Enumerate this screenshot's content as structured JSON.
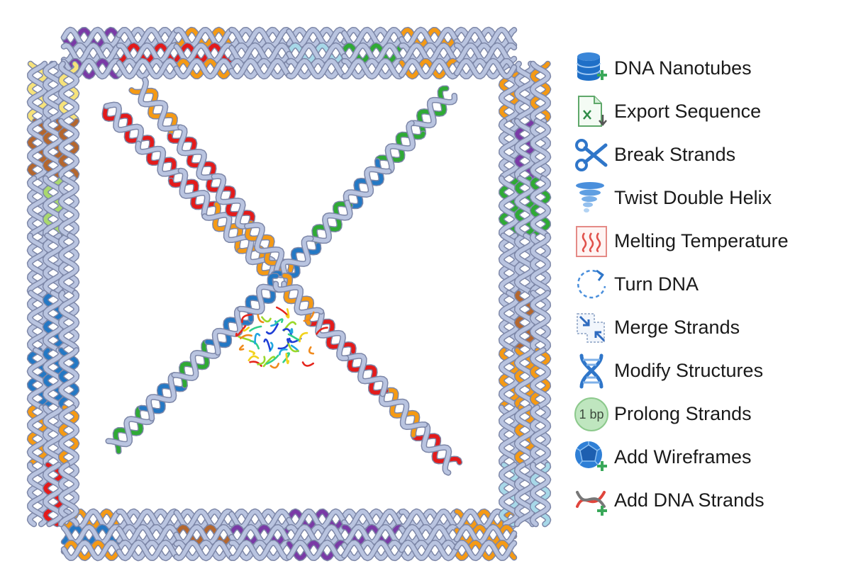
{
  "nanostructure": {
    "backbone_color": "#b9c4e0",
    "backbone_outline": "#7d87a8",
    "strand_colors": {
      "red": "#e31b1b",
      "orange": "#f59a14",
      "green": "#2faa35",
      "blue": "#2478c4",
      "purple": "#7a3aa6",
      "brown": "#b4672e",
      "lightgreen": "#a9d86e",
      "lightblue": "#a7d8e8",
      "yellow": "#f6e27a"
    },
    "protein_palette": [
      "#1f3fd6",
      "#1fa6e0",
      "#2fcf8a",
      "#9ad82a",
      "#f2d21c",
      "#f08a1c",
      "#e5251c"
    ]
  },
  "toolbox": {
    "items": [
      {
        "label": "DNA Nanotubes",
        "icon": "database-plus-icon"
      },
      {
        "label": "Export Sequence",
        "icon": "spreadsheet-export-icon"
      },
      {
        "label": "Break Strands",
        "icon": "scissors-icon"
      },
      {
        "label": "Twist Double Helix",
        "icon": "tornado-icon"
      },
      {
        "label": "Melting Temperature",
        "icon": "heat-waves-icon"
      },
      {
        "label": "Turn DNA",
        "icon": "rotate-arrow-icon"
      },
      {
        "label": "Merge Strands",
        "icon": "merge-arrows-icon"
      },
      {
        "label": "Modify Structures",
        "icon": "dna-helix-icon"
      },
      {
        "label": "Prolong Strands",
        "icon": "one-bp-icon",
        "badge": "1 bp"
      },
      {
        "label": "Add Wireframes",
        "icon": "polyhedron-plus-icon"
      },
      {
        "label": "Add DNA Strands",
        "icon": "dna-strand-plus-icon"
      }
    ]
  }
}
